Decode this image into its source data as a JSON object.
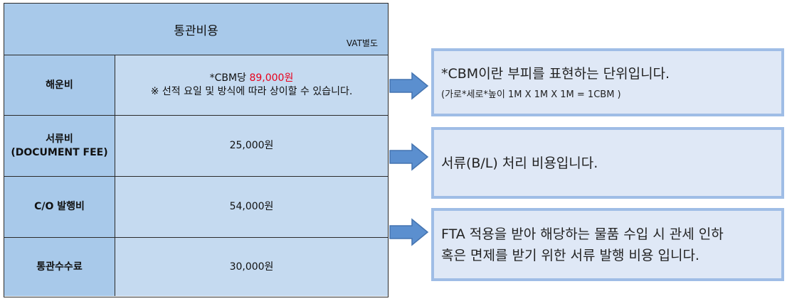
{
  "table": {
    "title": "통관비용",
    "vat_note": "VAT별도",
    "rows": [
      {
        "label": "해운비",
        "value_prefix": "*CBM당 ",
        "value_price": "89,000원",
        "value_note": "※ 선적 요일 및 방식에 따라 상이할 수 있습니다."
      },
      {
        "label_line1": "서류비",
        "label_line2": "(DOCUMENT FEE)",
        "value": "25,000원"
      },
      {
        "label": "C/O 발행비",
        "value": "54,000원"
      },
      {
        "label": "통관수수료",
        "value": "30,000원"
      }
    ]
  },
  "notes": [
    {
      "line1": "*CBM이란 부피를 표현하는 단위입니다.",
      "line2": "(가로*세로*높이 1M X 1M X 1M = 1CBM )"
    },
    {
      "line1": "서류(B/L) 처리 비용입니다."
    },
    {
      "line1": "FTA 적용을 받아 해당하는 물품 수입 시 관세 인하",
      "line2": "혹은 면제를 받기 위한 서류 발행 비용 입니다."
    }
  ],
  "colors": {
    "header_blue": "#a8c9ea",
    "value_blue": "#c5daf0",
    "price_red": "#e8001c",
    "arrow_blue": "#5b8fcf",
    "note_bg": "#dfe8f6",
    "note_border": "#9fbde6"
  }
}
